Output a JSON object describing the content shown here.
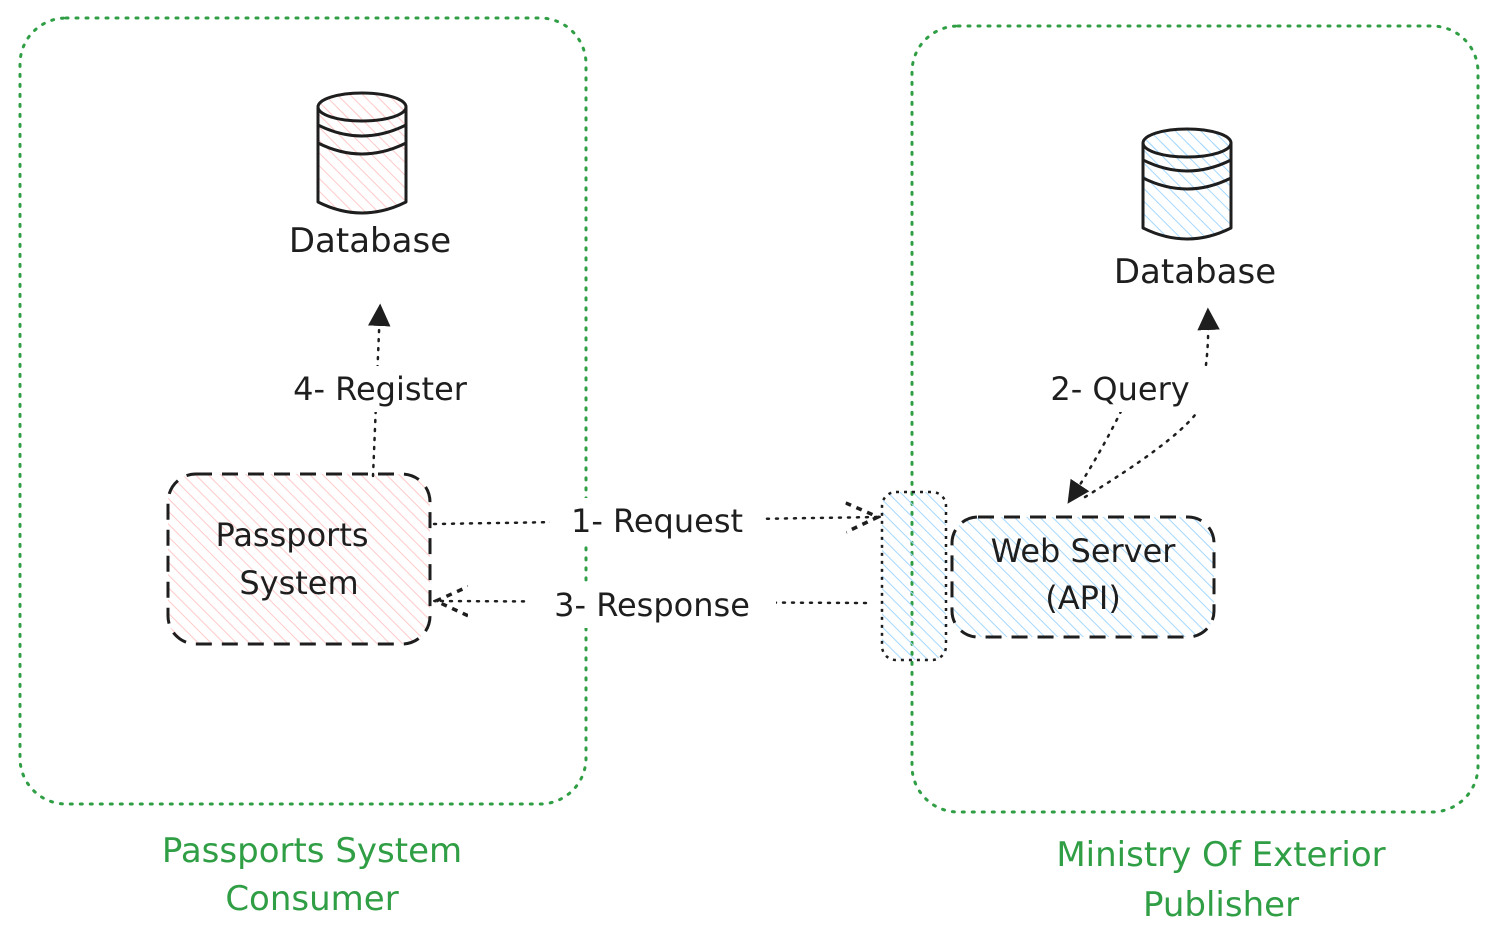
{
  "colors": {
    "zone_border": "#2f9e44",
    "zone_caption": "#2f9e44",
    "stroke": "#1e1e1e",
    "consumer_fill": "#ffc9c9",
    "publisher_fill": "#a5d8ff"
  },
  "consumer": {
    "caption_line1": "Passports System",
    "caption_line2": "Consumer",
    "database_label": "Database",
    "system_line1": "Passports",
    "system_line2": "System"
  },
  "publisher": {
    "caption_line1": "Ministry Of Exterior",
    "caption_line2": "Publisher",
    "database_label": "Database",
    "server_line1": "Web Server",
    "server_line2": "(API)"
  },
  "edges": {
    "request": "1- Request",
    "query": "2- Query",
    "response": "3- Response",
    "register": "4- Register"
  },
  "icons": {
    "consumer_db": "database-cylinder-icon",
    "publisher_db": "database-cylinder-icon",
    "gateway": "api-gateway-port"
  }
}
